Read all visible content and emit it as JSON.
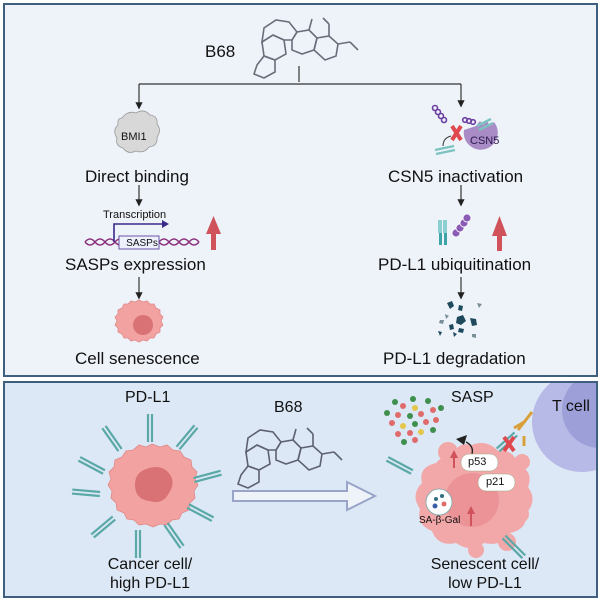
{
  "top_panel": {
    "compound_label": "B68",
    "left_branch": {
      "target_protein": "BMI1",
      "step1": "Direct binding",
      "transcription_label": "Transcription",
      "gene_label": "SASPs",
      "step2": "SASPs expression",
      "step2_trend": "up",
      "step3": "Cell senescence"
    },
    "right_branch": {
      "target_protein": "CSN5",
      "step1": "CSN5 inactivation",
      "step2": "PD-L1 ubiquitination",
      "step2_trend": "up",
      "step3": "PD-L1 degradation"
    }
  },
  "bottom_panel": {
    "pdl1_label": "PD-L1",
    "compound_label": "B68",
    "cancer_cell_label_line1": "Cancer cell/",
    "cancer_cell_label_line2": "high PD-L1",
    "sasp_label": "SASP",
    "t_cell_label": "T cell",
    "p53_label": "p53",
    "p21_label": "p21",
    "sa_beta_gal_label": "SA-β-Gal",
    "senescent_cell_label_line1": "Senescent cell/",
    "senescent_cell_label_line2": "low PD-L1"
  },
  "colors": {
    "up_arrow": "#d0525a",
    "cell_fill": "#f2a2a0",
    "nucleus_fill": "#d97274",
    "pdl1_receptor": "#7cc3c0",
    "ubiquitin": "#8a5cb5",
    "csn5": "#a98bc6",
    "t_cell": "#a8a8e0",
    "border": "#3f5f7f"
  }
}
